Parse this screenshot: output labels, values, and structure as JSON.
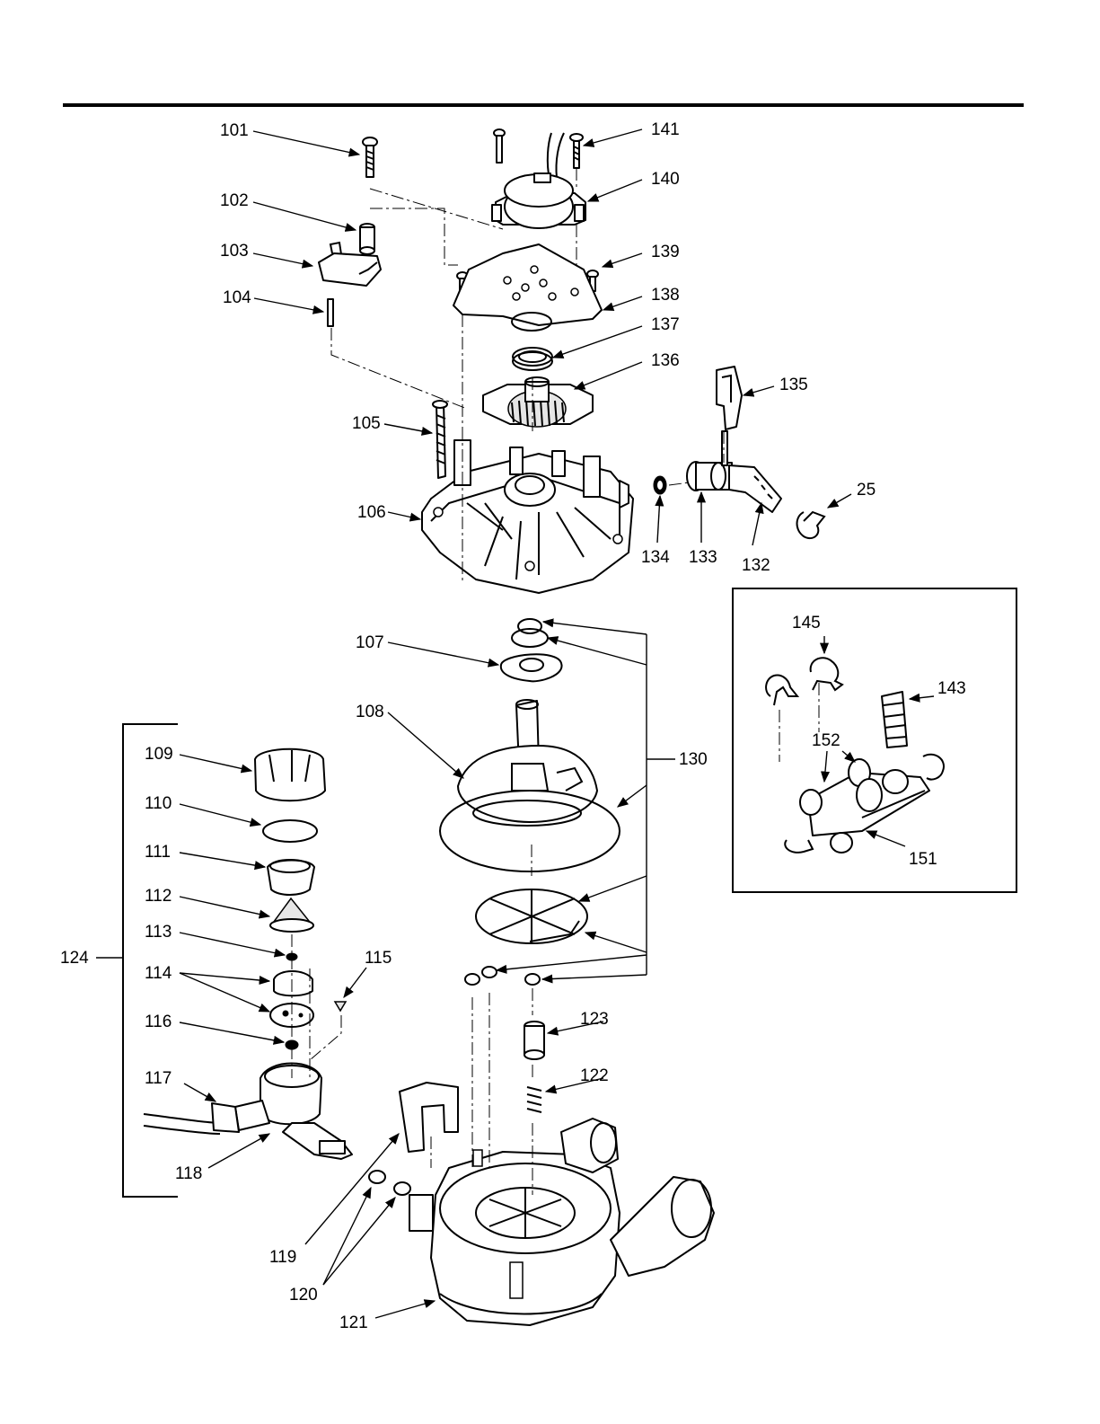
{
  "callouts": {
    "p101": "101",
    "p102": "102",
    "p103": "103",
    "p104": "104",
    "p105": "105",
    "p106": "106",
    "p107": "107",
    "p108": "108",
    "p109": "109",
    "p110": "110",
    "p111": "111",
    "p112": "112",
    "p113": "113",
    "p114": "114",
    "p115": "115",
    "p116": "116",
    "p117": "117",
    "p118": "118",
    "p119": "119",
    "p120": "120",
    "p121": "121",
    "p122": "122",
    "p123": "123",
    "p124": "124",
    "p130": "130",
    "p132": "132",
    "p133": "133",
    "p134": "134",
    "p135": "135",
    "p136": "136",
    "p137": "137",
    "p138": "138",
    "p139": "139",
    "p140": "140",
    "p141": "141",
    "p143": "143",
    "p145": "145",
    "p151": "151",
    "p152": "152",
    "p25": "25"
  }
}
